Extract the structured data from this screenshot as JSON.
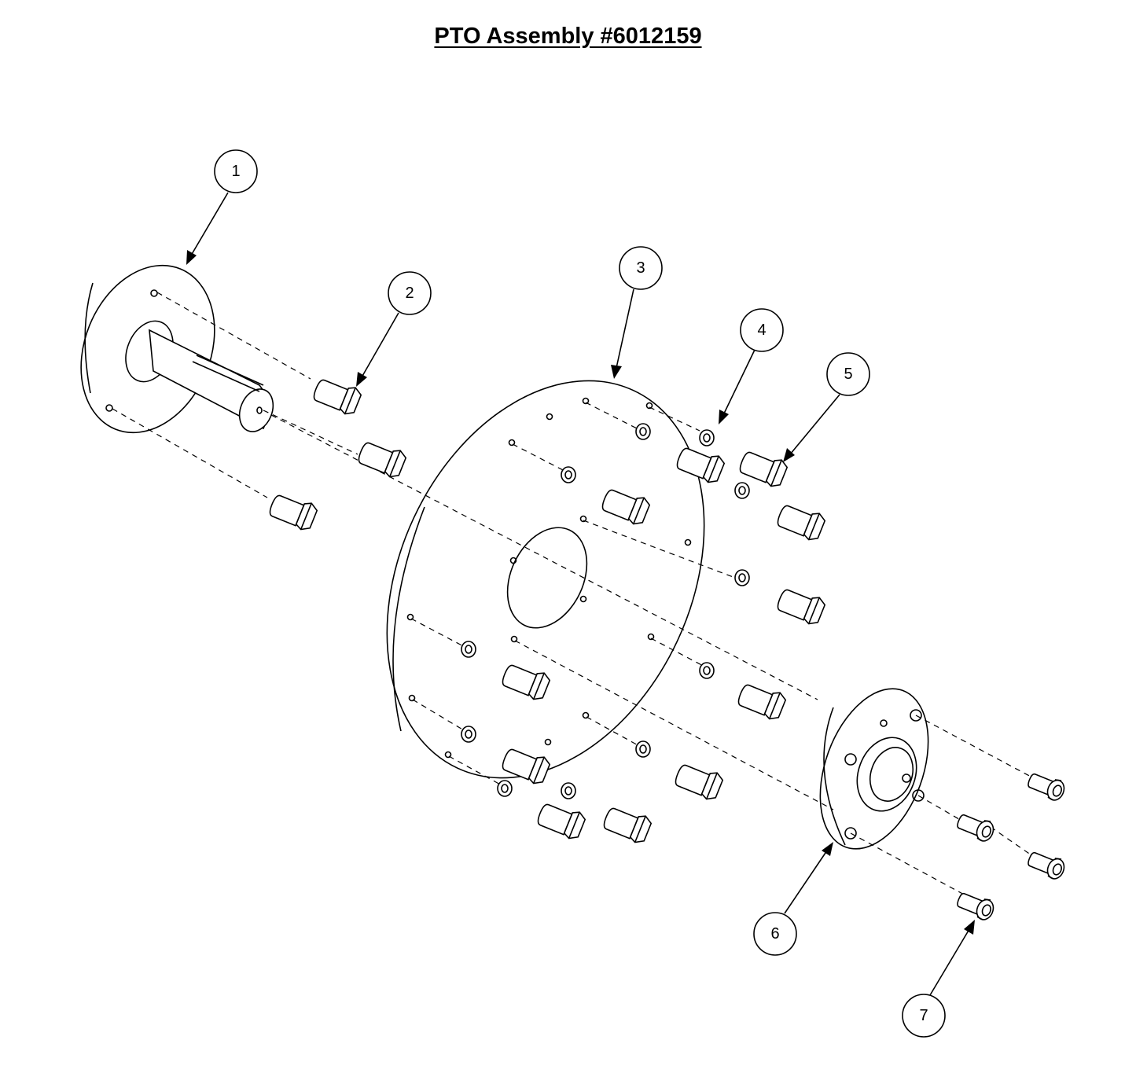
{
  "title": "PTO Assembly #6012159",
  "callouts": [
    {
      "label": "1",
      "part": "shaft-hub"
    },
    {
      "label": "2",
      "part": "hex-bolt"
    },
    {
      "label": "3",
      "part": "mounting-plate"
    },
    {
      "label": "4",
      "part": "lock-washer"
    },
    {
      "label": "5",
      "part": "hex-bolt"
    },
    {
      "label": "6",
      "part": "flange-bearing"
    },
    {
      "label": "7",
      "part": "socket-head-cap-screw"
    }
  ]
}
